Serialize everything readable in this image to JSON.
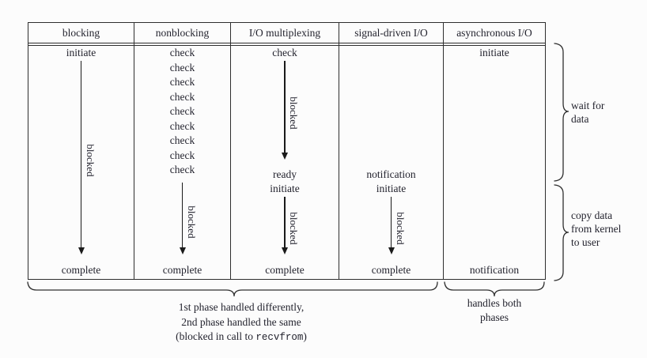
{
  "colors": {
    "background": "#fcfcfc",
    "text": "#23232e",
    "border": "#2e2e2e",
    "arrow": "#1a1a1a"
  },
  "table": {
    "headers": [
      "blocking",
      "nonblocking",
      "I/O multiplexing",
      "signal-driven I/O",
      "asynchronous I/O"
    ],
    "blocking": {
      "start": "initiate",
      "blocked": "blocked",
      "end": "complete"
    },
    "nonblocking": {
      "checks": [
        "check",
        "check",
        "check",
        "check",
        "check",
        "check",
        "check",
        "check",
        "check"
      ],
      "blocked": "blocked",
      "end": "complete"
    },
    "multiplexing": {
      "start": "check",
      "blocked_wait": "blocked",
      "ready": "ready",
      "initiate": "initiate",
      "blocked_copy": "blocked",
      "end": "complete"
    },
    "signal_driven": {
      "notification": "notification",
      "initiate": "initiate",
      "blocked": "blocked",
      "end": "complete"
    },
    "asynchronous": {
      "start": "initiate",
      "end": "notification"
    }
  },
  "annotations": {
    "wait_for_data": [
      "wait for",
      "data"
    ],
    "copy_data": [
      "copy data",
      "from kernel",
      "to user"
    ],
    "first_phase": [
      "1st phase handled differently,",
      "2nd phase handled the same"
    ],
    "blocked_call_prefix": "(blocked in call to ",
    "blocked_call_code": "recvfrom",
    "blocked_call_suffix": ")",
    "handles_both": [
      "handles both",
      "phases"
    ]
  }
}
